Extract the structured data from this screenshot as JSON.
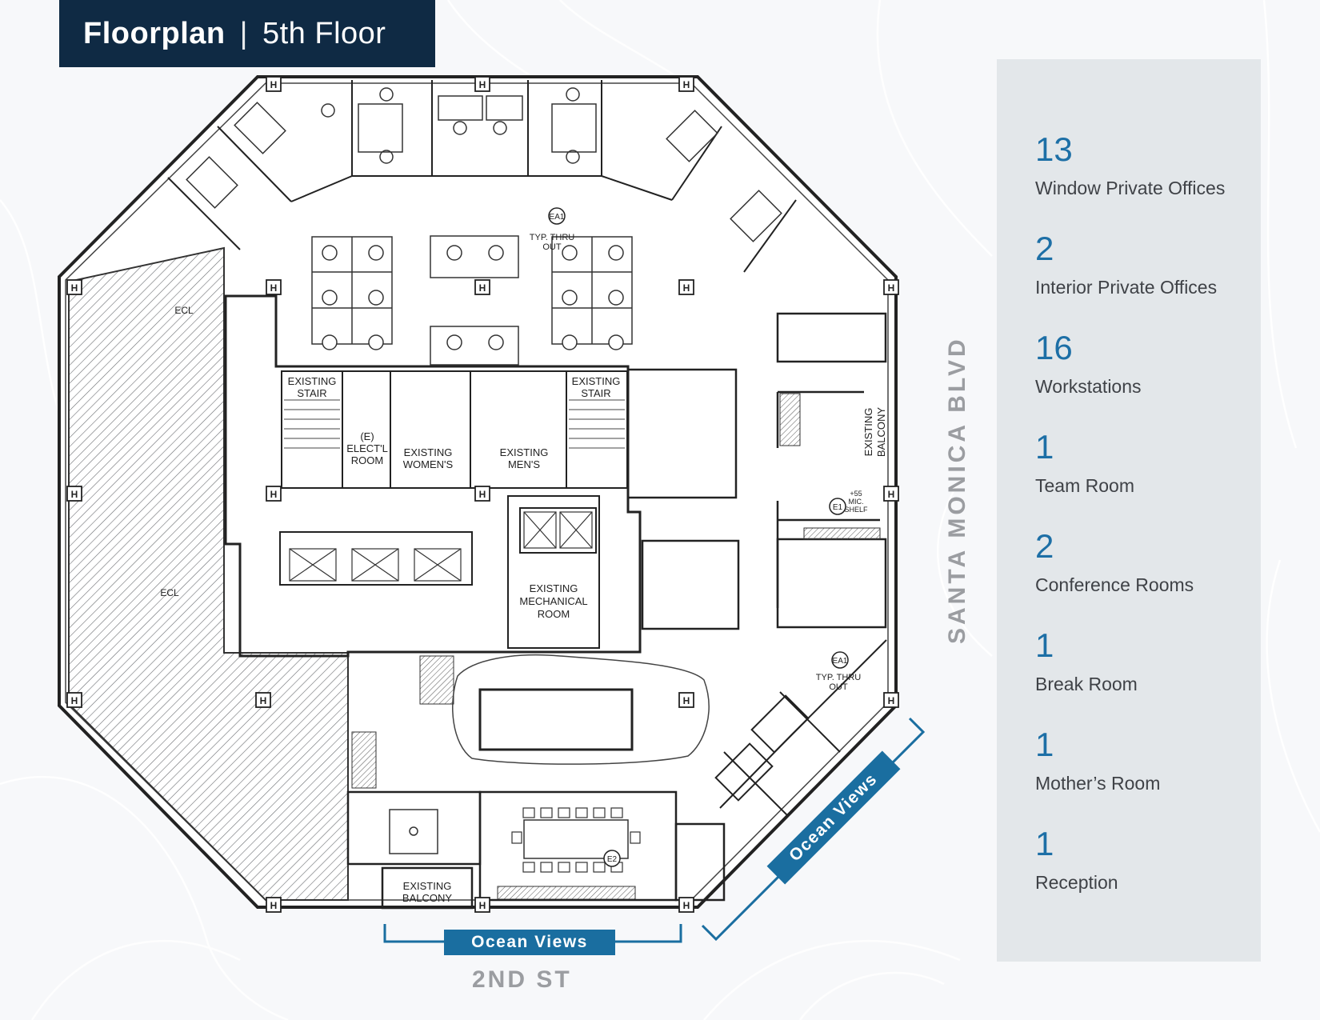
{
  "header": {
    "title": "Floorplan",
    "separator": "|",
    "floor": "5th Floor"
  },
  "colors": {
    "header_bg": "#0f2a44",
    "accent": "#1a6ea0",
    "stat_number": "#1d6fa6",
    "panel_bg": "#dfe2e6"
  },
  "stats": [
    {
      "count": "13",
      "label": "Window Private Offices"
    },
    {
      "count": "2",
      "label": "Interior Private Offices"
    },
    {
      "count": "16",
      "label": "Workstations"
    },
    {
      "count": "1",
      "label": "Team Room"
    },
    {
      "count": "2",
      "label": "Conference Rooms"
    },
    {
      "count": "1",
      "label": "Break Room"
    },
    {
      "count": "1",
      "label": "Mother’s Room"
    },
    {
      "count": "1",
      "label": "Reception"
    }
  ],
  "streets": {
    "east": "SANTA MONICA BLVD",
    "south": "2ND ST"
  },
  "views": {
    "south": "Ocean Views",
    "southeast": "Ocean Views"
  },
  "plan_labels": {
    "stair_left": [
      "EXISTING",
      "STAIR"
    ],
    "stair_right": [
      "EXISTING",
      "STAIR"
    ],
    "electrical": [
      "(E)",
      "ELECT'L",
      "ROOM"
    ],
    "womens": [
      "EXISTING",
      "WOMEN'S"
    ],
    "mens": [
      "EXISTING",
      "MEN'S"
    ],
    "mechanical": [
      "EXISTING",
      "MECHANICAL",
      "ROOM"
    ],
    "balcony_bottom": [
      "EXISTING",
      "BALCONY"
    ],
    "balcony_right": [
      "EXISTING",
      "BALCONY"
    ],
    "typ_thru_top": [
      "TYP. THRU",
      "OUT"
    ],
    "typ_thru_right": [
      "TYP. THRU",
      "OUT"
    ],
    "ecl_1": "ECL",
    "ecl_2": "ECL",
    "tag_ea1": "EA1",
    "tag_e1": "E1",
    "tag_e2": "E2",
    "shelf": [
      "+55",
      "MIC.",
      "SHELF"
    ],
    "h_marker": "H"
  }
}
